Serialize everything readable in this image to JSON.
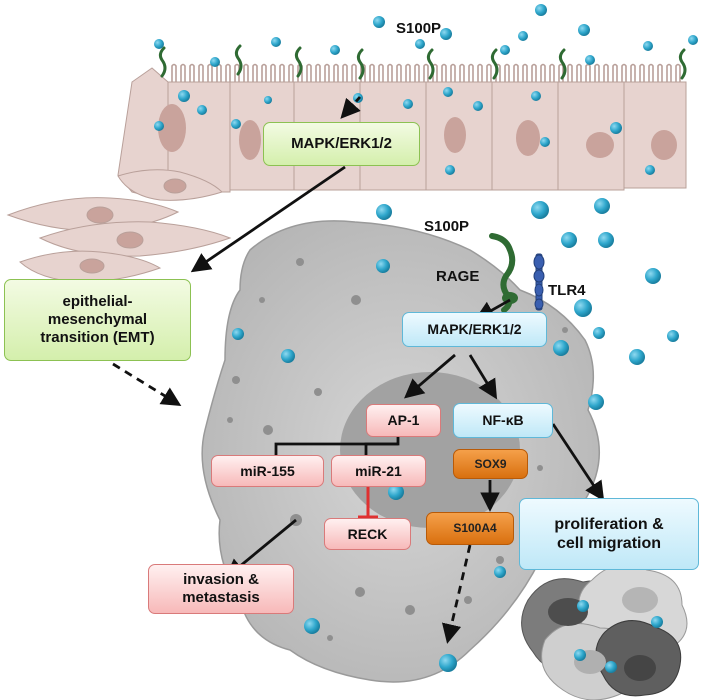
{
  "labels": {
    "s100p_top": "S100P",
    "s100p_cell": "S100P",
    "rage": "RAGE",
    "tlr4": "TLR4"
  },
  "boxes": {
    "mapk_top": "MAPK/ERK1/2",
    "emt": "epithelial-\nmesenchymal\ntransition (EMT)",
    "mapk_cell": "MAPK/ERK1/2",
    "ap1": "AP-1",
    "nfkb": "NF-κB",
    "mir155": "miR-155",
    "mir21": "miR-21",
    "sox9": "SOX9",
    "s100a4": "S100A4",
    "reck": "RECK",
    "proliferation": "proliferation &\ncell migration",
    "invasion": "invasion &\nmetastasis"
  },
  "colors": {
    "green_box": "#d4efac",
    "blue_box": "#bfe8f7",
    "pink_box": "#f7b9b9",
    "orange_box": "#e07f1f",
    "s100p_particle": "#2fa7cc",
    "cell_body": "#c9c9c9",
    "nucleus": "#9e9e9e",
    "epithelial_cell": "#e7d3cf",
    "inhibition": "#e03030"
  }
}
